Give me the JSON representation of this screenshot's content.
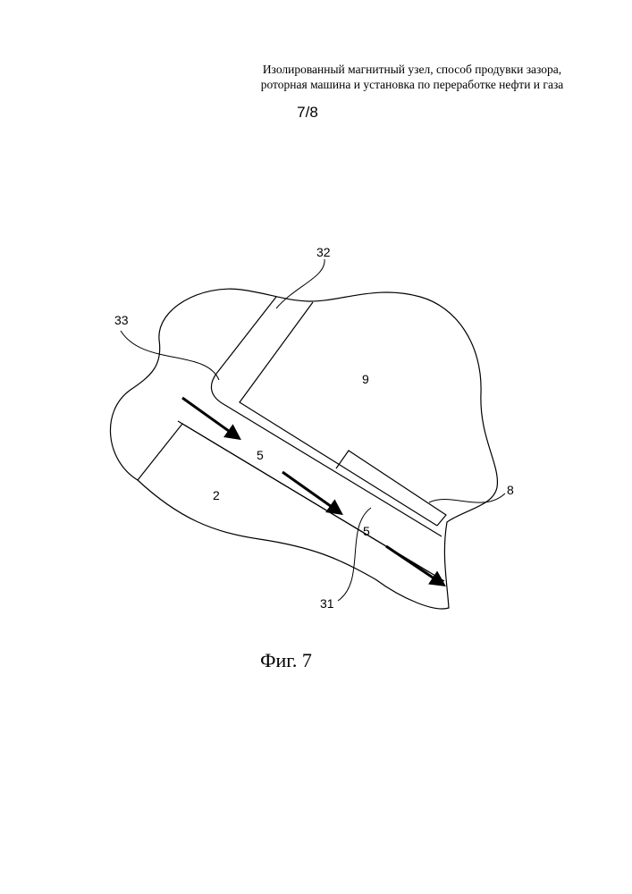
{
  "header": {
    "title_line_1": "Изолированный магнитный узел, способ продувки зазора,",
    "title_line_2": "роторная машина и установка по переработке нефти и газа"
  },
  "sheet": "7/8",
  "figure": {
    "labels": {
      "label_32": "32",
      "label_33": "33",
      "label_9": "9",
      "label_5_upper": "5",
      "label_5_lower": "5",
      "label_2": "2",
      "label_8": "8",
      "label_31": "31"
    },
    "arrow_count": 3
  },
  "caption": "Фиг. 7"
}
